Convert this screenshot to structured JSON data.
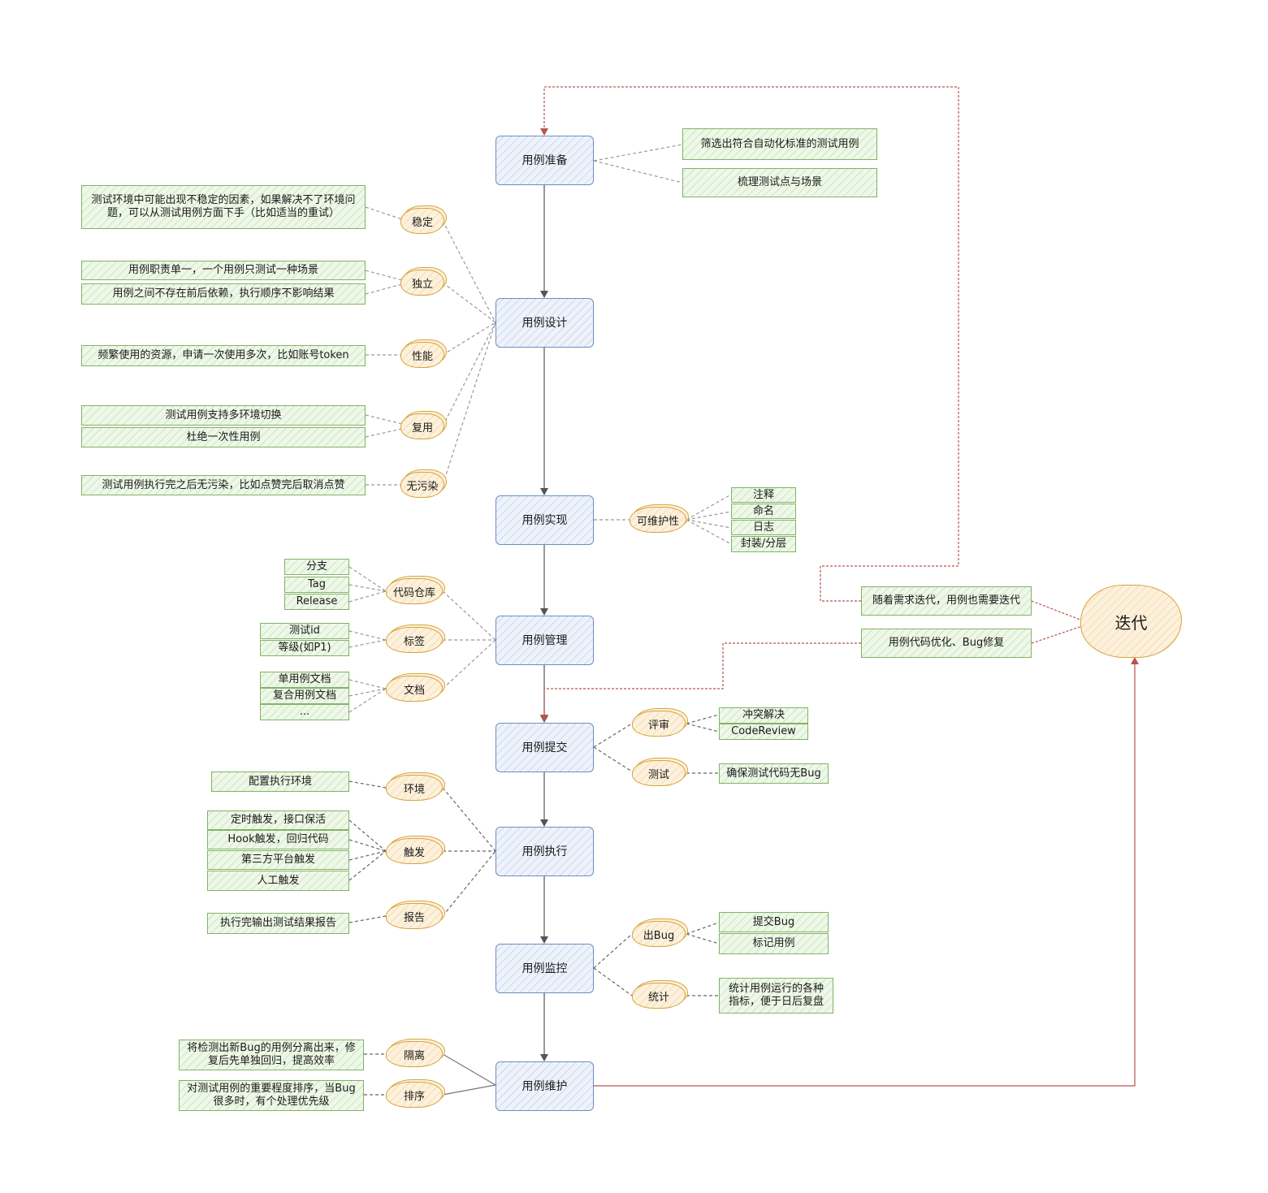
{
  "steps": {
    "prepare": "用例准备",
    "design": "用例设计",
    "implement": "用例实现",
    "manage": "用例管理",
    "submit": "用例提交",
    "execute": "用例执行",
    "monitor": "用例监控",
    "maintain": "用例维护"
  },
  "prepare": {
    "filter": "筛选出符合自动化标准的测试用例",
    "sort_points": "梳理测试点与场景"
  },
  "design": {
    "stable": {
      "label": "稳定",
      "text": "测试环境中可能出现不稳定的因素，如果解决不了环境问题，可以从测试用例方面下手（比如适当的重试）"
    },
    "independent": {
      "label": "独立",
      "items": [
        "用例职责单一，一个用例只测试一种场景",
        "用例之间不存在前后依赖，执行顺序不影响结果"
      ]
    },
    "performance": {
      "label": "性能",
      "text": "频繁使用的资源，申请一次使用多次，比如账号token"
    },
    "reuse": {
      "label": "复用",
      "items": [
        "测试用例支持多环境切换",
        "杜绝一次性用例"
      ]
    },
    "clean": {
      "label": "无污染",
      "text": "测试用例执行完之后无污染，比如点赞完后取消点赞"
    }
  },
  "implement": {
    "maintainability": {
      "label": "可维护性",
      "items": [
        "注释",
        "命名",
        "日志",
        "封装/分层"
      ]
    }
  },
  "manage": {
    "repo": {
      "label": "代码仓库",
      "items": [
        "分支",
        "Tag",
        "Release"
      ]
    },
    "tag": {
      "label": "标签",
      "items": [
        "测试id",
        "等级(如P1)"
      ]
    },
    "doc": {
      "label": "文档",
      "items": [
        "单用例文档",
        "复合用例文档",
        "..."
      ]
    }
  },
  "submit": {
    "review": {
      "label": "评审",
      "items": [
        "冲突解决",
        "CodeReview"
      ]
    },
    "test": {
      "label": "测试",
      "text": "确保测试代码无Bug"
    }
  },
  "execute": {
    "env": {
      "label": "环境",
      "text": "配置执行环境"
    },
    "trigger": {
      "label": "触发",
      "items": [
        "定时触发，接口保活",
        "Hook触发，回归代码",
        "第三方平台触发",
        "人工触发"
      ]
    },
    "report": {
      "label": "报告",
      "text": "执行完输出测试结果报告"
    }
  },
  "monitor": {
    "bug": {
      "label": "出Bug",
      "items": [
        "提交Bug",
        "标记用例"
      ]
    },
    "stats": {
      "label": "统计",
      "text": "统计用例运行的各种指标，便于日后复盘"
    }
  },
  "maintain": {
    "isolate": {
      "label": "隔离",
      "text": "将检测出新Bug的用例分离出来，修复后先单独回归，提高效率"
    },
    "sort": {
      "label": "排序",
      "text": "对测试用例的重要程度排序，当Bug很多时，有个处理优先级"
    }
  },
  "iteration": {
    "label": "迭代",
    "items": [
      "随着需求迭代，用例也需要迭代",
      "用例代码优化、Bug修复"
    ]
  },
  "colors": {
    "green_stroke": "#82b366",
    "blue_stroke": "#6c8ebf",
    "orange_stroke": "#d6a43a",
    "red_link": "#b85450",
    "gray_link": "#999999"
  }
}
